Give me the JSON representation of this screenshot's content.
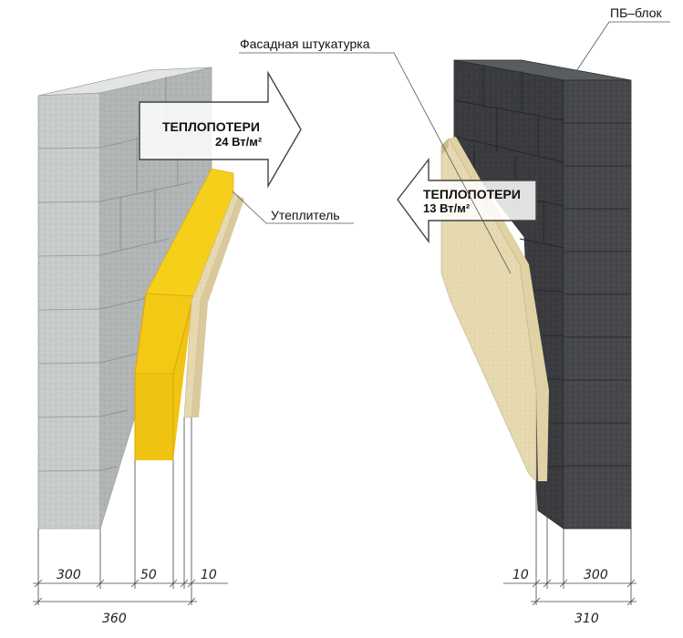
{
  "labels": {
    "pb_block": "ПБ–блок",
    "facade_plaster": "Фасадная штукатурка",
    "insulation": "Утеплитель"
  },
  "left_arrow": {
    "title": "ТЕПЛОПОТЕРИ",
    "value": "24 Вт/м²"
  },
  "right_arrow": {
    "title": "ТЕПЛОПОТЕРИ",
    "value": "13 Вт/м²"
  },
  "dimensions_left": {
    "wall": "300",
    "insulation": "50",
    "plaster": "10",
    "total": "360"
  },
  "dimensions_right": {
    "plaster": "10",
    "block": "300",
    "total": "310"
  },
  "colors": {
    "grey_block_front": "#cdd0d0",
    "grey_block_side": "#b4b8b8",
    "grey_block_top": "#e2e4e4",
    "dark_block_front": "#46484b",
    "dark_block_side": "#3a3c3f",
    "dark_block_top": "#55585b",
    "insulation": "#f3c316",
    "plaster": "#e8dcb4"
  }
}
